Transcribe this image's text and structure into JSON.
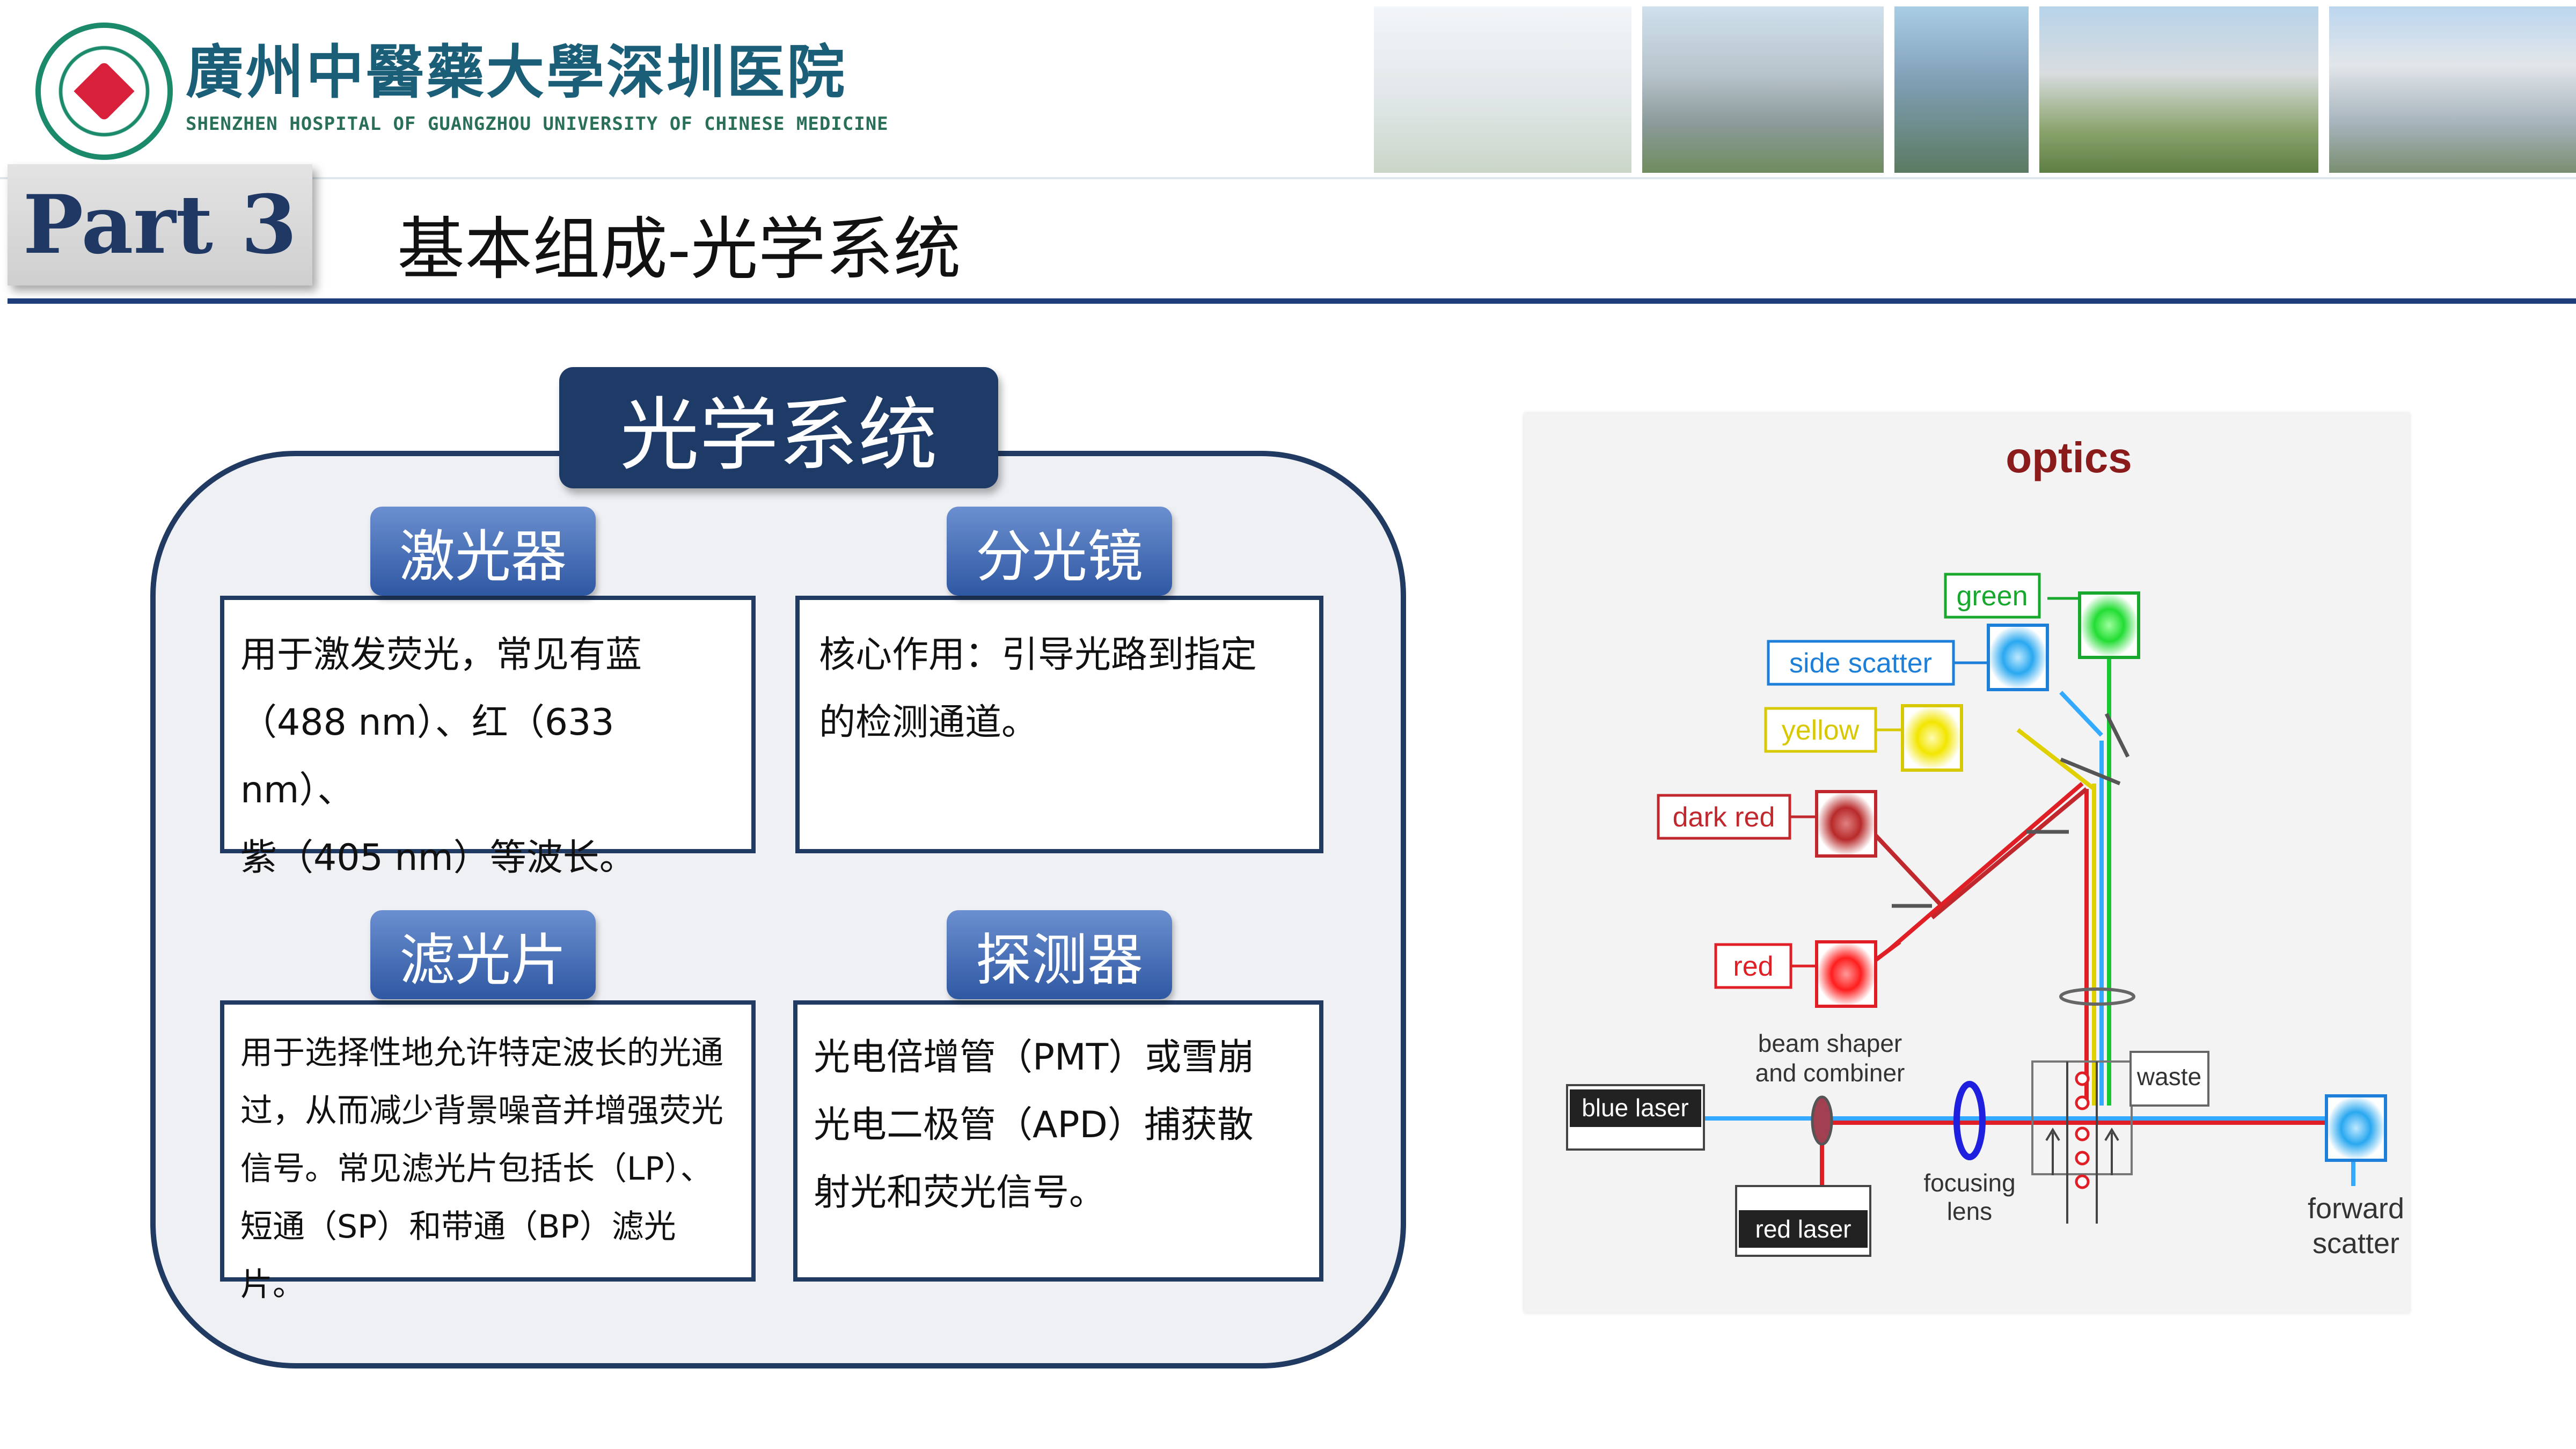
{
  "header": {
    "hospital_name_cn": "廣州中醫藥大學深圳医院",
    "hospital_name_en": "SHENZHEN HOSPITAL OF GUANGZHOU UNIVERSITY OF CHINESE MEDICINE",
    "part_label": "Part 3",
    "slide_title": "基本组成-光学系统"
  },
  "panel": {
    "title": "光学系统",
    "cards": [
      {
        "label": "激光器",
        "text": "用于激发荧光，常见有蓝\n（488 nm）、红（633 nm）、\n紫（405 nm）等波长。"
      },
      {
        "label": "分光镜",
        "text": "核心作用：引导光路到指定\n的检测通道。"
      },
      {
        "label": "滤光片",
        "text": "用于选择性地允许特定波长的光通\n过，从而减少背景噪音并增强荧光\n信号。常见滤光片包括长（LP）、\n短通（SP）和带通（BP）滤光片。"
      },
      {
        "label": "探测器",
        "text": "光电倍增管（PMT）或雪崩\n光电二极管（APD）捕获散\n射光和荧光信号。"
      }
    ]
  },
  "diagram": {
    "title": "optics",
    "labels": {
      "green": "green",
      "side_scatter": "side scatter",
      "yellow": "yellow",
      "dark_red": "dark red",
      "red": "red",
      "beam_shaper_1": "beam shaper",
      "beam_shaper_2": "and combiner",
      "waste": "waste",
      "blue_laser": "blue laser",
      "red_laser": "red laser",
      "focusing_1": "focusing",
      "focusing_2": "lens",
      "forward_1": "forward",
      "forward_2": "scatter"
    },
    "colors": {
      "green": "#18a82e",
      "side_scatter": "#1e7fd9",
      "yellow": "#e0d000",
      "dark_red": "#c0282e",
      "red": "#e01e26",
      "blue_beam": "#33aaff",
      "title": "#8b1a1a"
    }
  }
}
